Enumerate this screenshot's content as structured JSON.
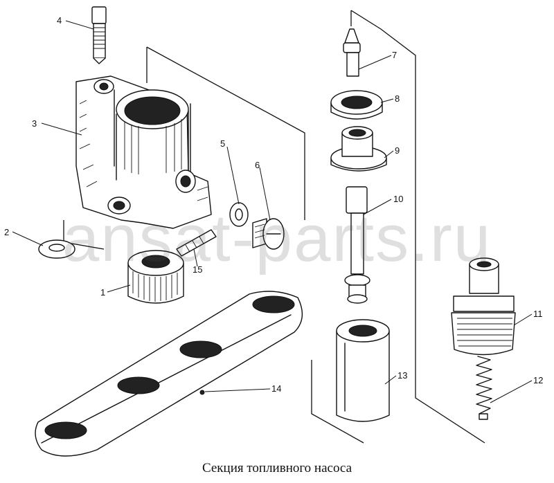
{
  "caption": "Секция топливного насоса",
  "watermark": "ansat-parts.ru",
  "callouts": [
    "1",
    "2",
    "3",
    "4",
    "5",
    "6",
    "7",
    "8",
    "9",
    "10",
    "11",
    "12",
    "13",
    "14",
    "15"
  ]
}
